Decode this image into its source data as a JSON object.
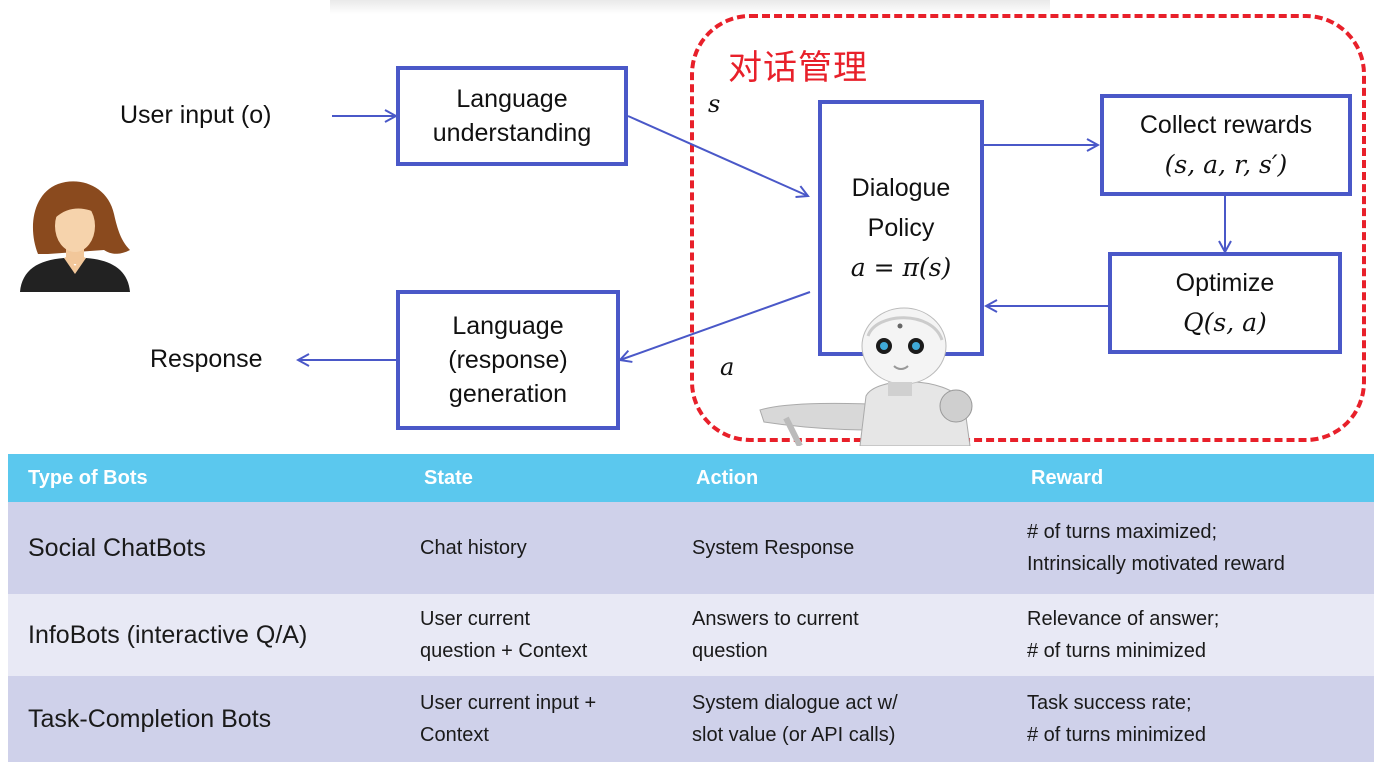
{
  "diagram": {
    "user_input_label": "User input (o)",
    "response_label": "Response",
    "lu_box": [
      "Language",
      "understanding"
    ],
    "lg_box": [
      "Language",
      "(response)",
      "generation"
    ],
    "state_var": "s",
    "action_var": "a",
    "management_title": "对话管理",
    "policy_box": {
      "lines": [
        "Dialogue",
        "Policy"
      ],
      "formula": "a = π(s)"
    },
    "rewards_box": {
      "title": "Collect rewards",
      "formula": "(s, a, r, s′)"
    },
    "optimize_box": {
      "title": "Optimize",
      "formula": "Q(s, a)"
    },
    "colors": {
      "box_border": "#4a58c8",
      "arrow": "#4a58c8",
      "dashed_frame": "#e8202a"
    }
  },
  "table": {
    "headers": [
      "Type of Bots",
      "State",
      "Action",
      "Reward"
    ],
    "rows": [
      {
        "type": "Social ChatBots",
        "state": [
          "Chat history"
        ],
        "action": [
          "System Response"
        ],
        "reward": [
          "# of turns maximized;",
          "Intrinsically motivated reward"
        ]
      },
      {
        "type": "InfoBots (interactive Q/A)",
        "state": [
          "User current",
          "question + Context"
        ],
        "action": [
          "Answers to current",
          "question"
        ],
        "reward": [
          "Relevance of answer;",
          "# of turns minimized"
        ]
      },
      {
        "type": "Task-Completion Bots",
        "state": [
          "User current input +",
          "Context"
        ],
        "action": [
          "System dialogue act w/",
          "slot value (or API calls)"
        ],
        "reward": [
          "Task success rate;",
          "# of turns minimized"
        ]
      }
    ],
    "colors": {
      "header_bg": "#5bc8ee",
      "row_dark": "#cfd1ea",
      "row_light": "#e8e9f5"
    }
  }
}
